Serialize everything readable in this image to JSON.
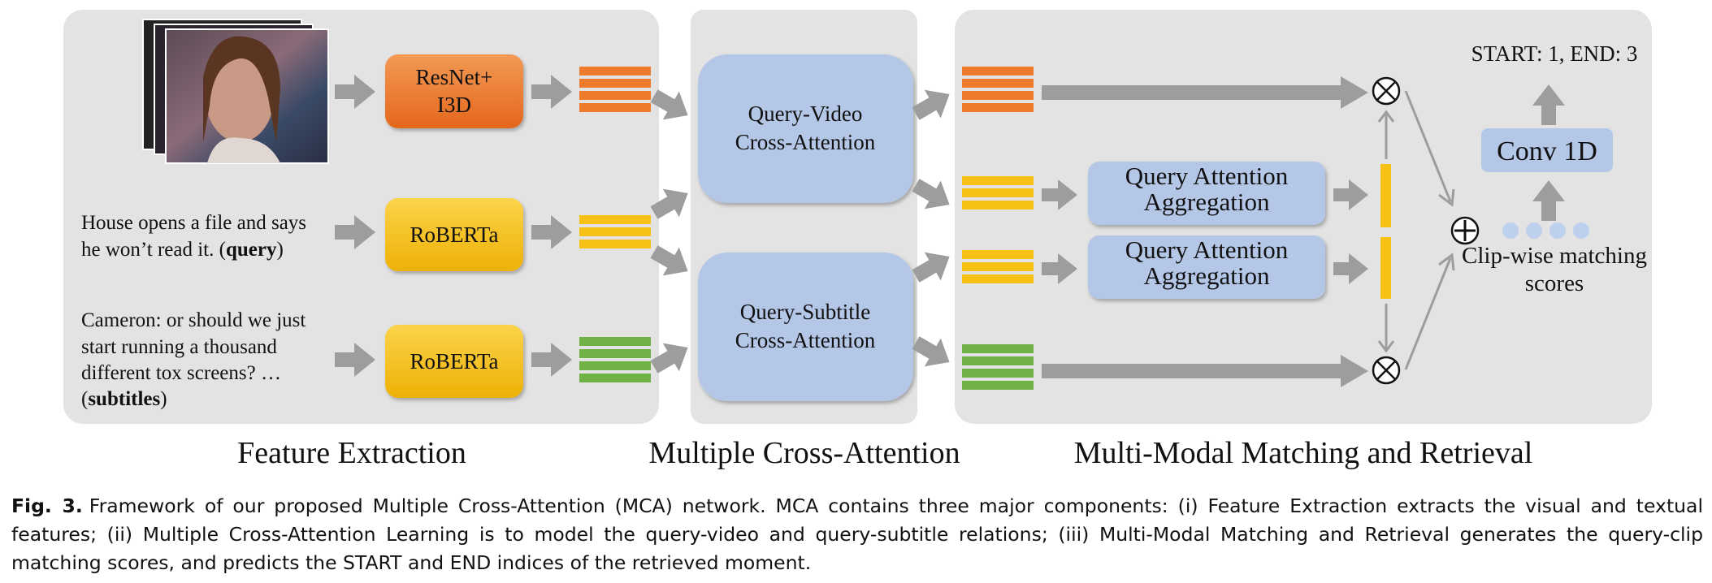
{
  "panels": {
    "feature_extraction": "Feature Extraction",
    "cross_attention": "Multiple Cross-Attention",
    "matching": "Multi-Modal Matching and Retrieval"
  },
  "inputs": {
    "query_line1": "House opens a file and says",
    "query_line2_prefix": "he won’t read it. (",
    "query_bold": "query",
    "query_line2_suffix": ")",
    "subtitle_line1": "Cameron: or should we just",
    "subtitle_line2": "start running a thousand",
    "subtitle_line3": "different tox screens? …",
    "subtitle_line4_prefix": "(",
    "subtitle_bold": "subtitles",
    "subtitle_line4_suffix": ")"
  },
  "encoders": {
    "video_line1": "ResNet+",
    "video_line2": "I3D",
    "query_encoder": "RoBERTa",
    "subtitle_encoder": "RoBERTa"
  },
  "attention": {
    "video_line1": "Query-Video",
    "video_line2": "Cross-Attention",
    "subtitle_line1": "Query-Subtitle",
    "subtitle_line2": "Cross-Attention"
  },
  "aggregation": {
    "line1": "Query Attention",
    "line2": "Aggregation"
  },
  "retrieval": {
    "result": "START: 1, END: 3",
    "conv": "Conv 1D",
    "scores_line1": "Clip-wise matching",
    "scores_line2": "scores"
  },
  "symbols": {
    "multiply": "⊗",
    "add": "⊕"
  },
  "caption": {
    "label": "Fig. 3.",
    "text": "Framework of our proposed Multiple Cross-Attention (MCA) network. MCA contains three major components: (i) Feature Extraction extracts the visual and textual features; (ii) Multiple Cross-Attention Learning is to model the query-video and query-subtitle relations; (iii) Multi-Modal Matching and Retrieval generates the query-clip matching scores, and predicts the START and END indices of the retrieved moment."
  },
  "colors": {
    "panel": "#e3e3e3",
    "orange": "#ee7a2b",
    "yellow": "#f7c015",
    "green": "#6fb144",
    "blue": "#b4c7e7",
    "arrow": "#9d9d9d",
    "dots": "#bdd0ee"
  }
}
